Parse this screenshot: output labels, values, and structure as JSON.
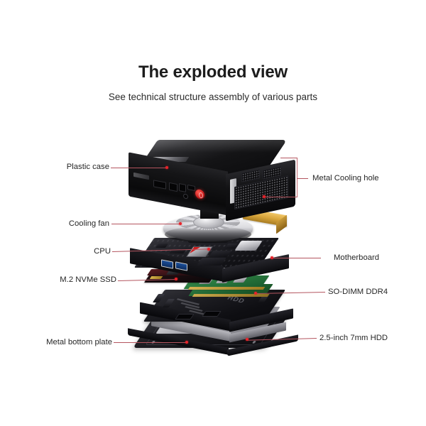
{
  "header": {
    "title": "The exploded view",
    "subtitle": "See technical structure assembly of various parts"
  },
  "diagram": {
    "subject": "mini-pc-exploded-view",
    "colors": {
      "background": "#ffffff",
      "title_text": "#1c1c1c",
      "label_text": "#262626",
      "leader_line": "#b4555f",
      "callout_dot": "#e8232a",
      "accent_power_button": "#c91d1d",
      "ribbon_cable": "#d9a63c",
      "ram_pcb": "#2a7a3f",
      "usb_port": "#1b4f9b"
    },
    "callouts": [
      {
        "id": "plastic-case",
        "label": "Plastic case",
        "side": "left"
      },
      {
        "id": "cooling-fan",
        "label": "Cooling fan",
        "side": "left"
      },
      {
        "id": "cpu",
        "label": "CPU",
        "side": "left"
      },
      {
        "id": "m2-nvme-ssd",
        "label": "M.2 NVMe SSD",
        "side": "left"
      },
      {
        "id": "metal-bottom-plate",
        "label": "Metal bottom plate",
        "side": "left"
      },
      {
        "id": "metal-cooling-hole",
        "label": "Metal Cooling hole",
        "side": "right"
      },
      {
        "id": "motherboard",
        "label": "Motherboard",
        "side": "right"
      },
      {
        "id": "so-dimm-ddr4",
        "label": "SO-DIMM DDR4",
        "side": "right"
      },
      {
        "id": "hdd",
        "label": "2.5-inch 7mm HDD",
        "side": "right"
      }
    ],
    "part_markings": {
      "hdd_caddy_text": "HDD"
    }
  }
}
